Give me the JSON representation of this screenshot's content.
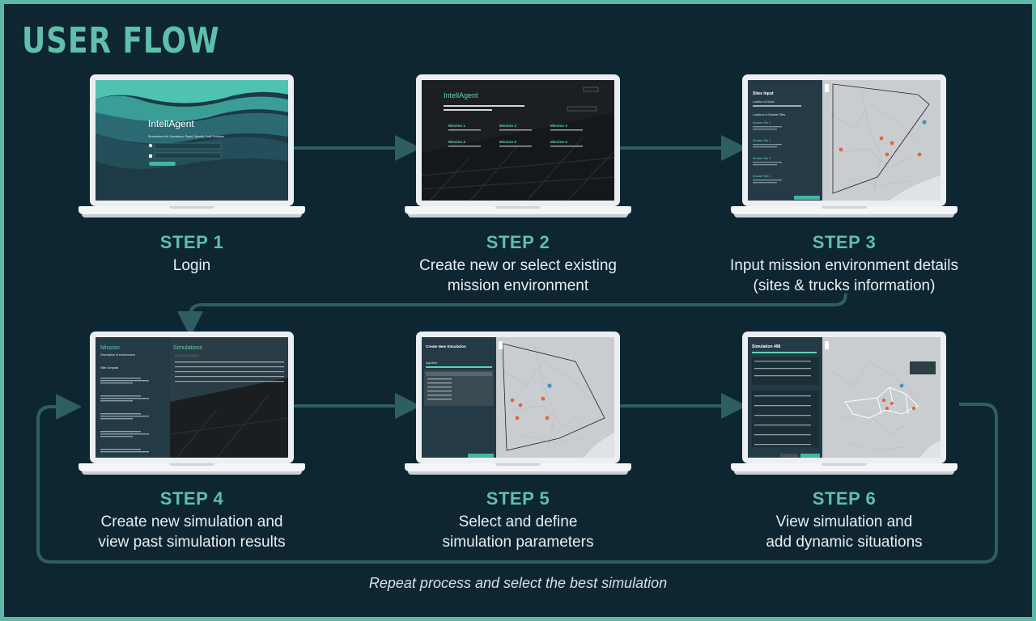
{
  "title": "USER FLOW",
  "steps": [
    {
      "num": "STEP 1",
      "desc": [
        "Login"
      ]
    },
    {
      "num": "STEP 2",
      "desc": [
        "Create new or select existing",
        "mission environment"
      ]
    },
    {
      "num": "STEP 3",
      "desc": [
        "Input mission environment details",
        "(sites & trucks information)"
      ]
    },
    {
      "num": "STEP 4",
      "desc": [
        "Create new simulation and",
        "view past simulation results"
      ]
    },
    {
      "num": "STEP 5",
      "desc": [
        "Select and define",
        "simulation parameters"
      ]
    },
    {
      "num": "STEP 6",
      "desc": [
        "View simulation and",
        "add dynamic situations"
      ]
    }
  ],
  "footer": "Repeat process and select the best simulation",
  "screens": {
    "login": {
      "app_name": "IntellAgent",
      "tagline": "Streamlined Aid Operations: Rapid, Specify, Swift Solutions"
    },
    "missions": {
      "app_name": "IntellAgent",
      "items": [
        "Mission 1",
        "Mission 2",
        "Mission 3",
        "Mission 4",
        "Mission 5",
        "Mission 6"
      ]
    },
    "sites": {
      "heading": "Sites Input",
      "depot_label": "Location of Depot",
      "sites_label": "Locations of Disaster Sites",
      "items": [
        "Disaster Site 1",
        "Disaster Site 2",
        "Disaster Site 3",
        "Disaster Site 4"
      ]
    },
    "mission_view": {
      "heading": "Mission",
      "sub": "Description of environment",
      "sites_heading": "Site 4 inputs",
      "simulations_heading": "Simulations"
    },
    "create_sim": {
      "heading": "Create New Simulation",
      "field": "Algorithm"
    },
    "sim_view": {
      "heading": "Simulation 498"
    }
  },
  "colors": {
    "accent": "#5fbfaa",
    "background": "#0d2631",
    "border": "#5fb8a5",
    "arrow": "#2e5e62"
  }
}
